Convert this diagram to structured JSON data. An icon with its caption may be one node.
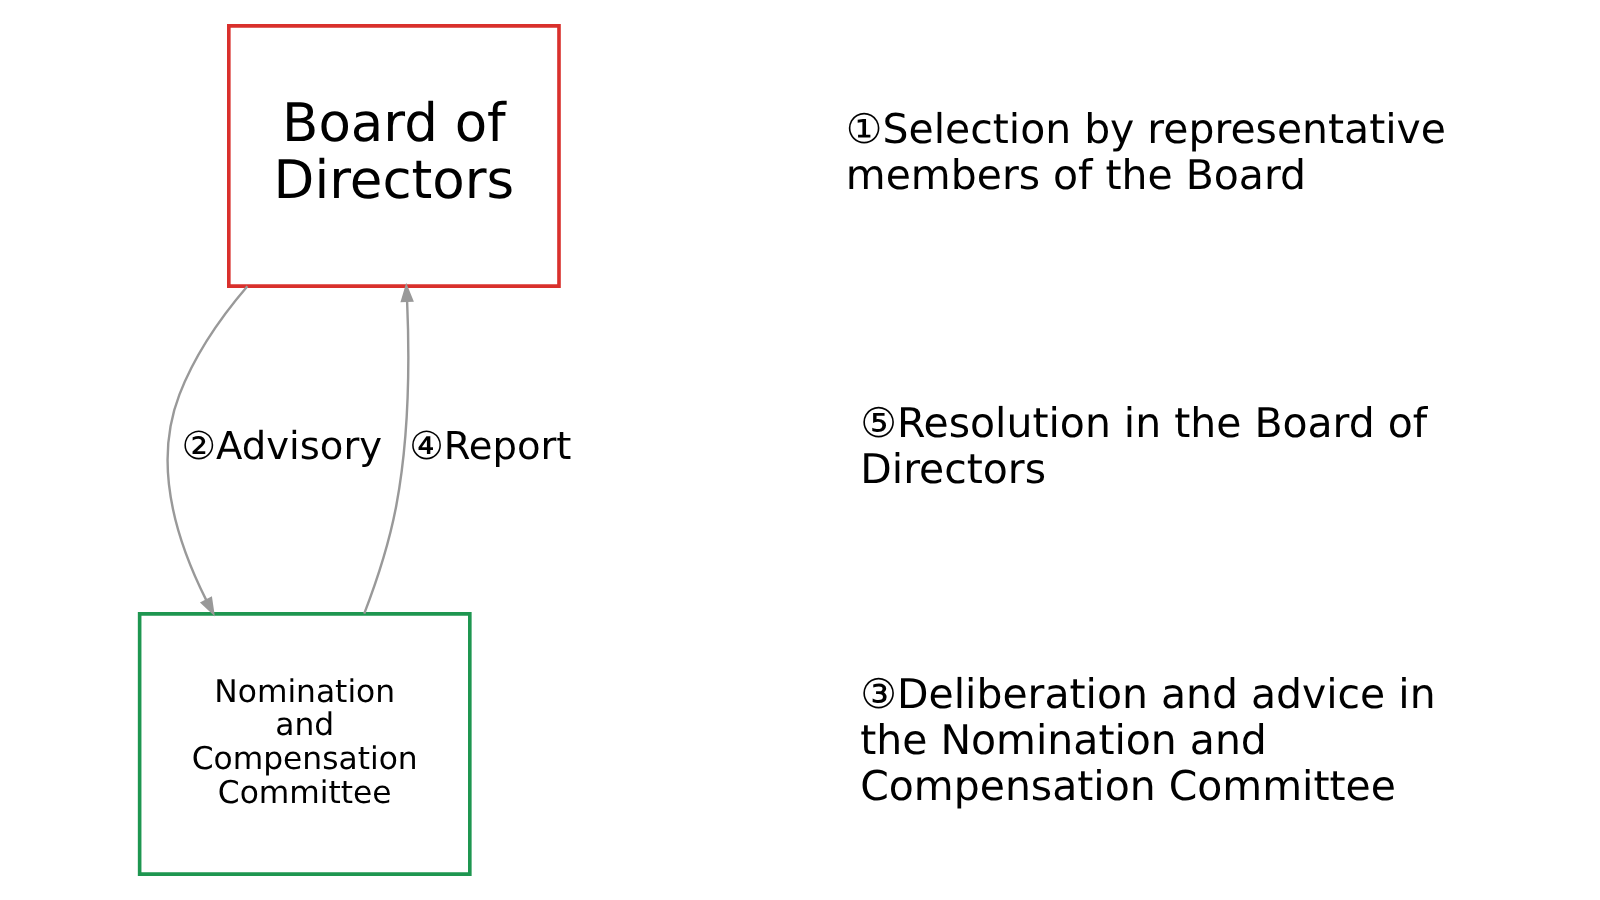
{
  "diagram": {
    "nodes": [
      {
        "text": [
          "Board of Directors"
        ]
      },
      {
        "text": [
          "Nomination and Compensation Committee"
        ]
      }
    ],
    "edges": [
      {
        "from": 0,
        "to": 1,
        "arrow": "to",
        "label": "②Advisory"
      },
      {
        "from": 1,
        "to": 0,
        "arrow": "to",
        "label": "④Report"
      }
    ],
    "labels": [
      "①Selection by representative members of the Board",
      "⑤Resolution in the Board of Directors",
      "③Deliberation and advice in the Nomination and Compensation Committee"
    ]
  }
}
